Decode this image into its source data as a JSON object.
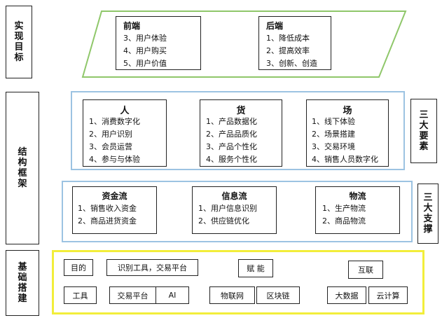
{
  "rows": {
    "goals_label": "实现目标",
    "framework_label": "结构框架",
    "foundation_label": "基础搭建"
  },
  "goals": {
    "front": {
      "title": "前端",
      "items": [
        "3、用户体验",
        "4、用户购买",
        "5、用户价值"
      ]
    },
    "back": {
      "title": "后端",
      "items": [
        "1、降低成本",
        "2、提高效率",
        "3、创新、创造"
      ]
    }
  },
  "three_elements": {
    "side_label": "三大要素",
    "people": {
      "title": "人",
      "items": [
        "1、消费数字化",
        "2、用户识别",
        "3、会员运营",
        "4、参与与体验"
      ]
    },
    "goods": {
      "title": "货",
      "items": [
        "1、产品数据化",
        "2、产品品质化",
        "3、产品个性化",
        "4、服务个性化"
      ]
    },
    "venue": {
      "title": "场",
      "items": [
        "1、线下体验",
        "2、场景搭建",
        "3、交易环境",
        "4、销售人员数字化"
      ]
    }
  },
  "three_supports": {
    "side_label": "三大支撑",
    "capital": {
      "title": "资金流",
      "items": [
        "1、销售收入资金",
        "2、商品进货资金"
      ]
    },
    "information": {
      "title": "信息流",
      "items": [
        "1、用户信息识别",
        "2、供应链优化"
      ]
    },
    "logistics": {
      "title": "物流",
      "items": [
        "1、生产物流",
        "2、商品物流"
      ]
    }
  },
  "foundation": {
    "purpose": "目的",
    "tools_platform": "识别工具，交易平台",
    "empower": "赋 能",
    "interconnect": "互联",
    "tools": "工具",
    "trading_platform": "交易平台",
    "ai": "AI",
    "iot": "物联网",
    "blockchain": "区块链",
    "big_data": "大数据",
    "cloud": "云计算"
  },
  "colors": {
    "goals_frame": "#8fc76a",
    "elements_frame": "#9cc3e2",
    "supports_frame": "#9cc3e2",
    "foundation_frame": "#f2ee3a"
  }
}
